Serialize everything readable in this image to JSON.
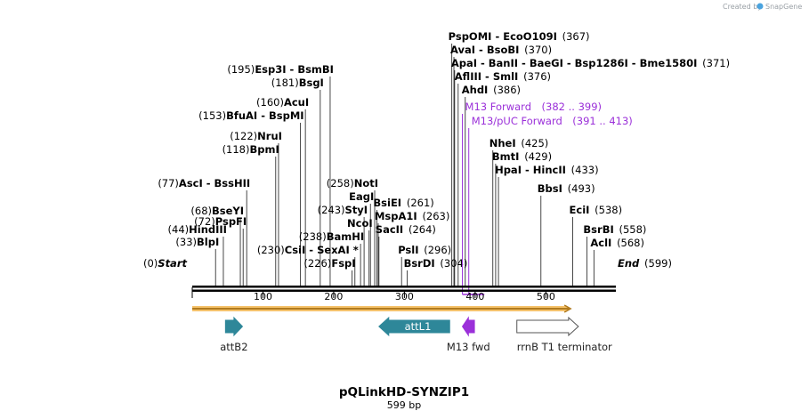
{
  "credit": {
    "prefix": "Created by",
    "brand": "SnapGene"
  },
  "title": "pQLinkHD-SYNZIP1",
  "length_text": "599 bp",
  "sequence_length": 599,
  "ruler_ticks": [
    100,
    200,
    300,
    400,
    500
  ],
  "site_labels": [
    {
      "pos": 0,
      "coord": "(0)",
      "names": [
        "Start"
      ],
      "style": "italic"
    },
    {
      "pos": 33,
      "coord": "(33)",
      "names": [
        "BlpI"
      ]
    },
    {
      "pos": 44,
      "coord": "(44)",
      "names": [
        "HindIII"
      ]
    },
    {
      "pos": 68,
      "coord": "(68)",
      "names": [
        "BseYI"
      ]
    },
    {
      "pos": 72,
      "coord": "(72)",
      "names": [
        "PspFI"
      ]
    },
    {
      "pos": 77,
      "coord": "(77)",
      "names": [
        "AscI",
        "BssHII"
      ]
    },
    {
      "pos": 118,
      "coord": "(118)",
      "names": [
        "BpmI"
      ]
    },
    {
      "pos": 122,
      "coord": "(122)",
      "names": [
        "NruI"
      ]
    },
    {
      "pos": 153,
      "coord": "(153)",
      "names": [
        "BfuAI",
        "BspMI"
      ]
    },
    {
      "pos": 160,
      "coord": "(160)",
      "names": [
        "AcuI"
      ]
    },
    {
      "pos": 181,
      "coord": "(181)",
      "names": [
        "BsgI"
      ]
    },
    {
      "pos": 195,
      "coord": "(195)",
      "names": [
        "Esp3I",
        "BsmBI"
      ]
    },
    {
      "pos": 226,
      "coord": "(226)",
      "names": [
        "FspI"
      ]
    },
    {
      "pos": 230,
      "coord": "(230)",
      "names": [
        "CsiI",
        "SexAI *"
      ]
    },
    {
      "pos": 238,
      "coord": "(238)",
      "names": [
        "BamHI"
      ]
    },
    {
      "pos": 243,
      "coord": "(243)",
      "names": [
        "StyI"
      ]
    },
    {
      "pos": 250,
      "coord": "",
      "names": [
        "NcoI"
      ]
    },
    {
      "pos": 252,
      "coord": "",
      "names": [
        "EagI"
      ]
    },
    {
      "pos": 258,
      "coord": "(258)",
      "names": [
        "NotI"
      ]
    },
    {
      "pos": 261,
      "coord": "(261)",
      "names": [
        "BsiEI"
      ]
    },
    {
      "pos": 263,
      "coord": "(263)",
      "names": [
        "MspA1I"
      ]
    },
    {
      "pos": 264,
      "coord": "(264)",
      "names": [
        "SacII"
      ]
    },
    {
      "pos": 296,
      "coord": "(296)",
      "names": [
        "PslI"
      ]
    },
    {
      "pos": 304,
      "coord": "(304)",
      "names": [
        "BsrDI"
      ]
    },
    {
      "pos": 367,
      "coord": "(367)",
      "names": [
        "PspOMI",
        "EcoO109I"
      ]
    },
    {
      "pos": 370,
      "coord": "(370)",
      "names": [
        "AvaI",
        "BsoBI"
      ]
    },
    {
      "pos": 371,
      "coord": "(371)",
      "names": [
        "ApaI",
        "BanII",
        "BaeGI",
        "Bsp1286I",
        "Bme1580I"
      ]
    },
    {
      "pos": 376,
      "coord": "(376)",
      "names": [
        "AflIII",
        "SmlI"
      ]
    },
    {
      "pos": 386,
      "coord": "(386)",
      "names": [
        "AhdI"
      ]
    },
    {
      "pos": 425,
      "coord": "(425)",
      "names": [
        "NheI"
      ]
    },
    {
      "pos": 429,
      "coord": "(429)",
      "names": [
        "BmtI"
      ]
    },
    {
      "pos": 433,
      "coord": "(433)",
      "names": [
        "HpaI",
        "HincII"
      ]
    },
    {
      "pos": 493,
      "coord": "(493)",
      "names": [
        "BbsI"
      ]
    },
    {
      "pos": 538,
      "coord": "(538)",
      "names": [
        "EciI"
      ]
    },
    {
      "pos": 558,
      "coord": "(558)",
      "names": [
        "BsrBI"
      ]
    },
    {
      "pos": 568,
      "coord": "(568)",
      "names": [
        "AclI"
      ]
    },
    {
      "pos": 599,
      "coord": "(599)",
      "names": [
        "End"
      ],
      "style": "italic"
    }
  ],
  "primers": [
    {
      "name": "M13 Forward",
      "range": "(382 .. 399)",
      "start": 382,
      "end": 399
    },
    {
      "name": "M13/pUC Forward",
      "range": "(391 .. 413)",
      "start": 391,
      "end": 413
    }
  ],
  "features": [
    {
      "name": "attB2",
      "start": 47,
      "end": 71,
      "direction": "forward",
      "color": "#2e8799",
      "label_inside": false
    },
    {
      "name": "attL1",
      "start": 264,
      "end": 364,
      "direction": "reverse",
      "color": "#2e8799",
      "label_inside": true
    },
    {
      "name": "M13 fwd",
      "start": 382,
      "end": 399,
      "direction": "reverse",
      "color": "#9b30d9",
      "label_inside": false
    },
    {
      "name": "rrnB T1 terminator",
      "start": 459,
      "end": 546,
      "direction": "forward",
      "color": "#ffffff",
      "label_inside": false
    }
  ],
  "orf": {
    "start": 0,
    "end": 535,
    "color": "#f5c26b"
  },
  "colors": {
    "primer": "#9b30d9",
    "orf_outline": "#b07a1e"
  }
}
